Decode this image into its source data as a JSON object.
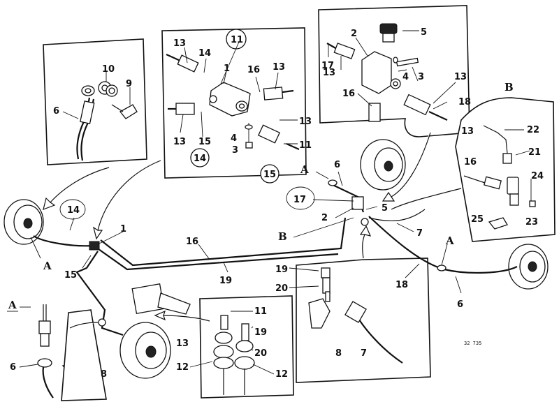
{
  "labels": {
    "p_ring10": "10",
    "p_ring9": "9",
    "p_ring6": "6",
    "p_tee13a": "13",
    "p_tee14a": "14",
    "p_tee11a": "11",
    "p_tee1": "1",
    "p_tee16": "16",
    "p_tee13b": "13",
    "p_tee13c": "13",
    "p_tee15": "15",
    "p_tee14b": "14",
    "p_tee4": "4",
    "p_tee3": "3",
    "p_tee11b": "11",
    "p_tee15b": "15",
    "p_tee13d": "13",
    "p_sw2": "2",
    "p_sw5": "5",
    "p_sw17": "17",
    "p_sw13a": "13",
    "p_sw4": "4",
    "p_sw3": "3",
    "p_sw13b": "13",
    "p_sw16": "16",
    "p_sw18": "18",
    "p_B": "B",
    "p_b13": "13",
    "p_b22": "22",
    "p_b21": "21",
    "p_b16": "16",
    "p_b24": "24",
    "p_b25": "25",
    "p_b23": "23",
    "m_14": "14",
    "m_1": "1",
    "m_A1": "A",
    "m_15": "15",
    "m_16": "16",
    "m_19": "19",
    "m_A2": "A",
    "m_6a": "6",
    "m_17": "17",
    "m_5": "5",
    "m_2": "2",
    "m_B": "B",
    "m_7": "7",
    "m_A3": "A",
    "m_18": "18",
    "m_6b": "6",
    "a_A": "A",
    "a_6": "6",
    "a_8": "8",
    "c_11": "11",
    "c_13": "13",
    "c_12a": "12",
    "c_19": "19",
    "c_20": "20",
    "c_12b": "12",
    "r_19": "19",
    "r_20": "20",
    "r_8": "8",
    "r_7": "7",
    "stamp": "32 735"
  }
}
